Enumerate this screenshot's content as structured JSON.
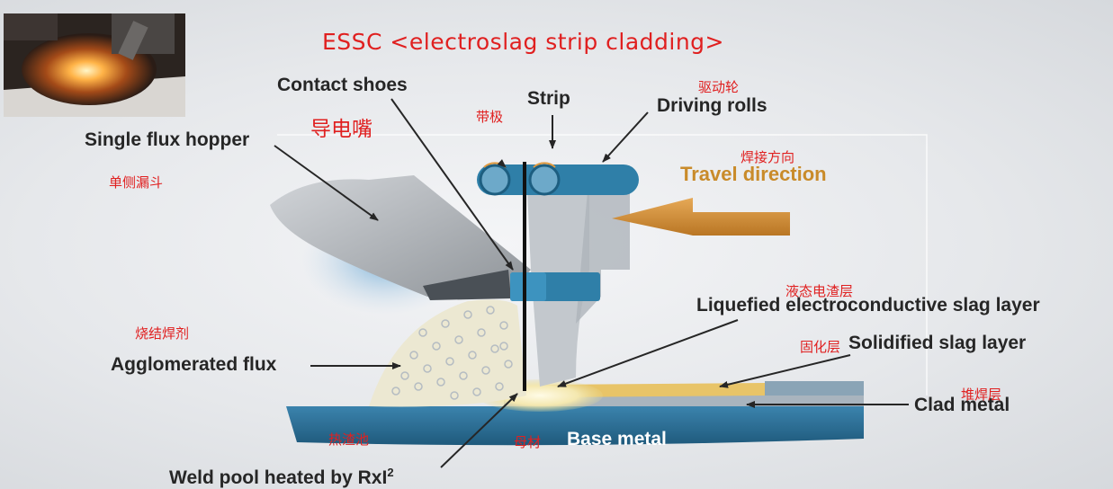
{
  "title": "ESSC <electroslag strip cladding>",
  "labels": {
    "contact_shoes": "Contact shoes",
    "strip": "Strip",
    "driving_rolls": "Driving rolls",
    "single_flux_hopper": "Single flux hopper",
    "travel_direction": "Travel direction",
    "liquefied_slag": "Liquefied electroconductive slag layer",
    "solidified_slag": "Solidified slag layer",
    "agglomerated_flux": "Agglomerated flux",
    "clad_metal": "Clad metal",
    "base_metal": "Base metal",
    "weld_pool": "Weld pool heated by RxI",
    "weld_pool_sup": "2"
  },
  "labels_cn": {
    "contact_shoes": "导电嘴",
    "strip": "带极",
    "driving_rolls": "驱动轮",
    "single_flux_hopper": "单侧漏斗",
    "travel_direction": "焊接方向",
    "liquefied_slag": "液态电渣层",
    "solidified_slag": "固化层",
    "agglomerated_flux": "烧结焊剂",
    "clad_metal": "堆焊层",
    "weld_pool": "热渣池",
    "base_metal": "母材"
  },
  "colors": {
    "title": "#e02020",
    "label": "#262626",
    "travel": "#c98b2a",
    "base_metal": "#2d6f95",
    "roll": "#2f7fa8"
  },
  "photo": "welding-photo"
}
